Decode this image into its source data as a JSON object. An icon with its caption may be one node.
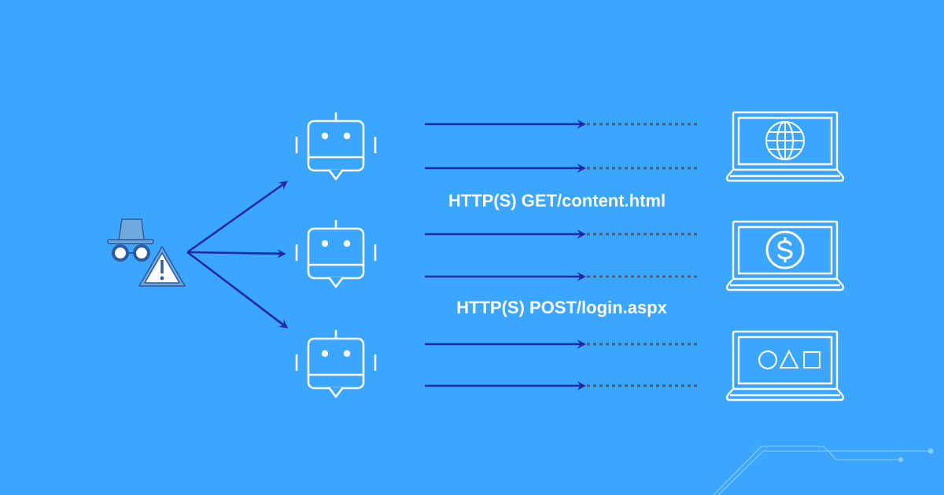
{
  "diagram": {
    "nodes": [
      {
        "text": [],
        "shape": "person"
      },
      {
        "text": [],
        "shape": "robot"
      },
      {
        "text": [],
        "shape": "robot"
      },
      {
        "text": [],
        "shape": "robot"
      },
      {
        "text": [],
        "shape": "laptop"
      },
      {
        "text": [],
        "shape": "laptop"
      },
      {
        "text": [],
        "shape": "laptop"
      }
    ],
    "edges": [
      {
        "from": 0,
        "to": 1,
        "arrow": "to"
      },
      {
        "from": 0,
        "to": 2,
        "arrow": "to"
      },
      {
        "from": 0,
        "to": 3,
        "arrow": "to"
      }
    ],
    "labels": [
      "HTTP(S) GET/content.html",
      "HTTP(S) POST/login.aspx"
    ]
  }
}
